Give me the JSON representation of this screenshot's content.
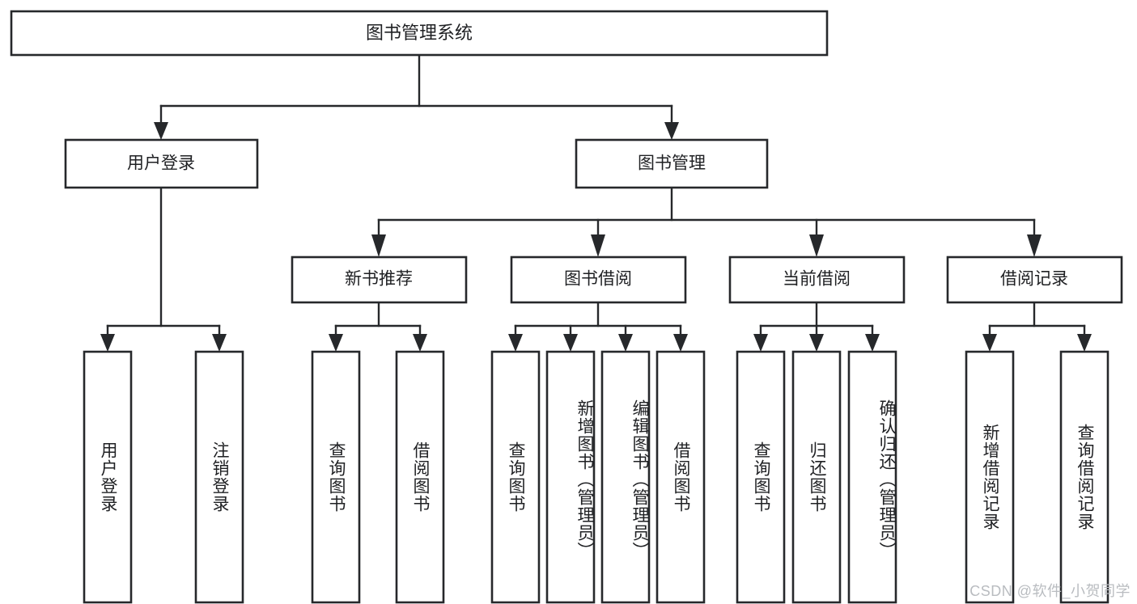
{
  "diagram": {
    "kind": "tree-diagram",
    "title": "图书管理系统",
    "watermark": "CSDN @软件_小贺同学",
    "colors": {
      "stroke": "#26282b",
      "fill": "#ffffff",
      "text": "#1f2023",
      "watermark": "#b9bcc0",
      "background": "#ffffff"
    },
    "root": {
      "label": "图书管理系统"
    },
    "level2": [
      {
        "label": "用户登录"
      },
      {
        "label": "图书管理"
      }
    ],
    "level3": [
      {
        "label": "新书推荐"
      },
      {
        "label": "图书借阅"
      },
      {
        "label": "当前借阅"
      },
      {
        "label": "借阅记录"
      }
    ],
    "leaves": {
      "user_login": [
        {
          "label": "用户登录"
        },
        {
          "label": "注销登录"
        }
      ],
      "new_book_recommend": [
        {
          "label": "查询图书"
        },
        {
          "label": "借阅图书"
        }
      ],
      "book_borrow": [
        {
          "label": "查询图书"
        },
        {
          "label": "新增图书（管理员）"
        },
        {
          "label": "编辑图书（管理员）"
        },
        {
          "label": "借阅图书"
        }
      ],
      "current_borrow": [
        {
          "label": "查询图书"
        },
        {
          "label": "归还图书"
        },
        {
          "label": "确认归还（管理员）"
        }
      ],
      "borrow_record": [
        {
          "label": "新增借阅记录"
        },
        {
          "label": "查询借阅记录"
        }
      ]
    }
  }
}
